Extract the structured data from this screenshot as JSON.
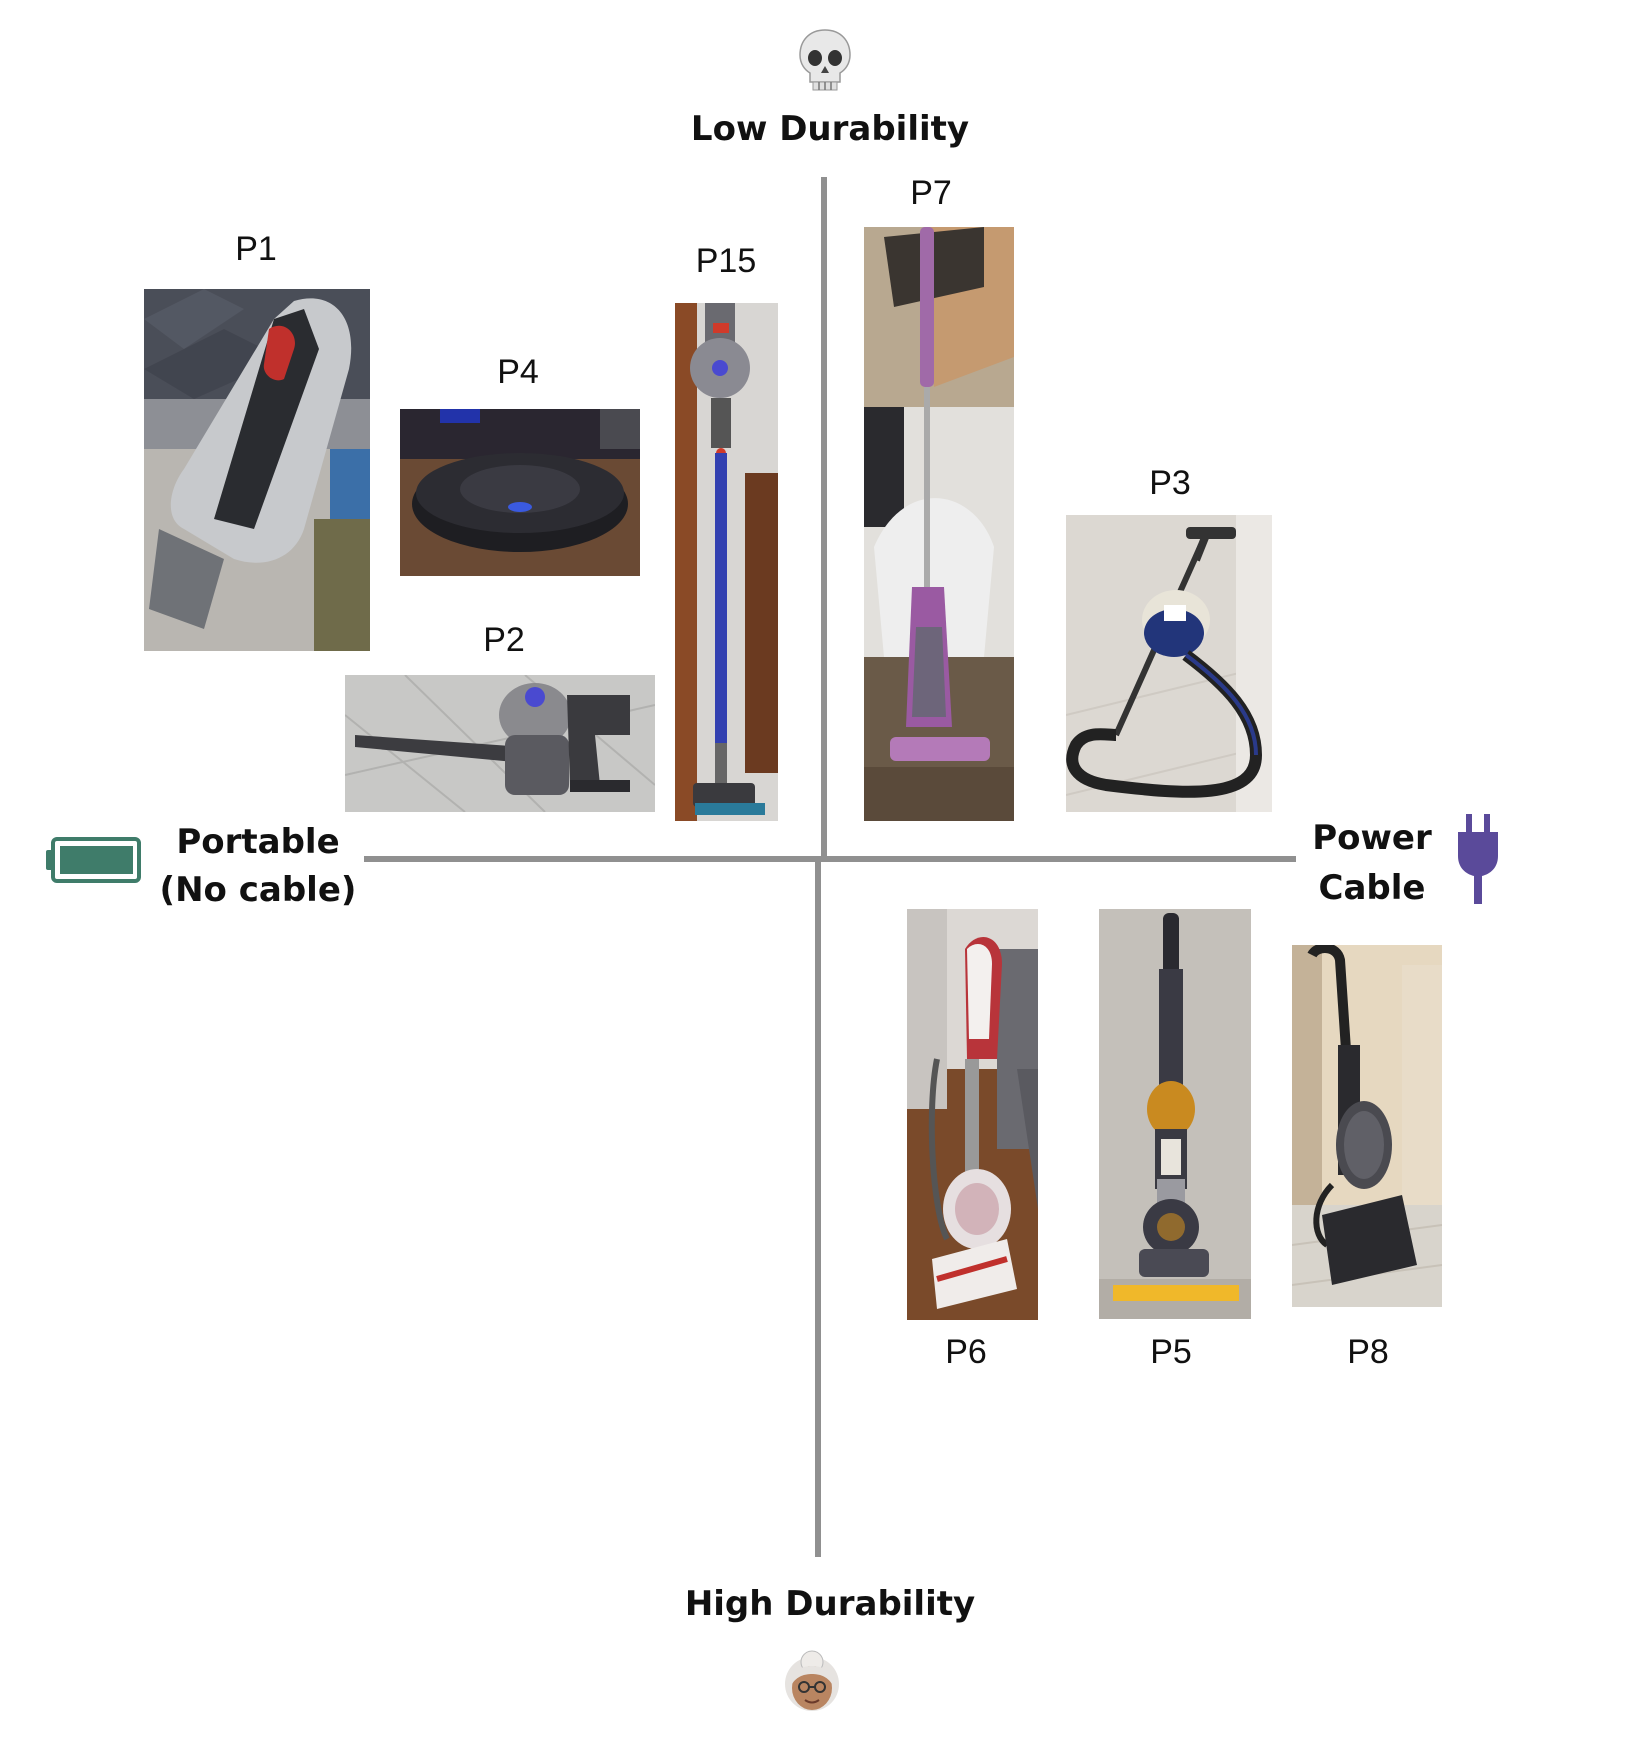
{
  "axes": {
    "top": "Low Durability",
    "bottom": "High Durability",
    "left": [
      "Portable",
      "(No cable)"
    ],
    "right": [
      "Power",
      "Cable"
    ]
  },
  "icons": {
    "top": "skull-icon",
    "bottom": "grandmother-icon",
    "left": "battery-icon",
    "right": "power-plug-icon"
  },
  "colors": {
    "axis": "#909090",
    "battery": "#3f7c6a",
    "plug": "#5a4a9a"
  },
  "products": [
    {
      "id": "P1",
      "label": "P1"
    },
    {
      "id": "P4",
      "label": "P4"
    },
    {
      "id": "P2",
      "label": "P2"
    },
    {
      "id": "P15",
      "label": "P15"
    },
    {
      "id": "P7",
      "label": "P7"
    },
    {
      "id": "P3",
      "label": "P3"
    },
    {
      "id": "P6",
      "label": "P6"
    },
    {
      "id": "P5",
      "label": "P5"
    },
    {
      "id": "P8",
      "label": "P8"
    }
  ]
}
